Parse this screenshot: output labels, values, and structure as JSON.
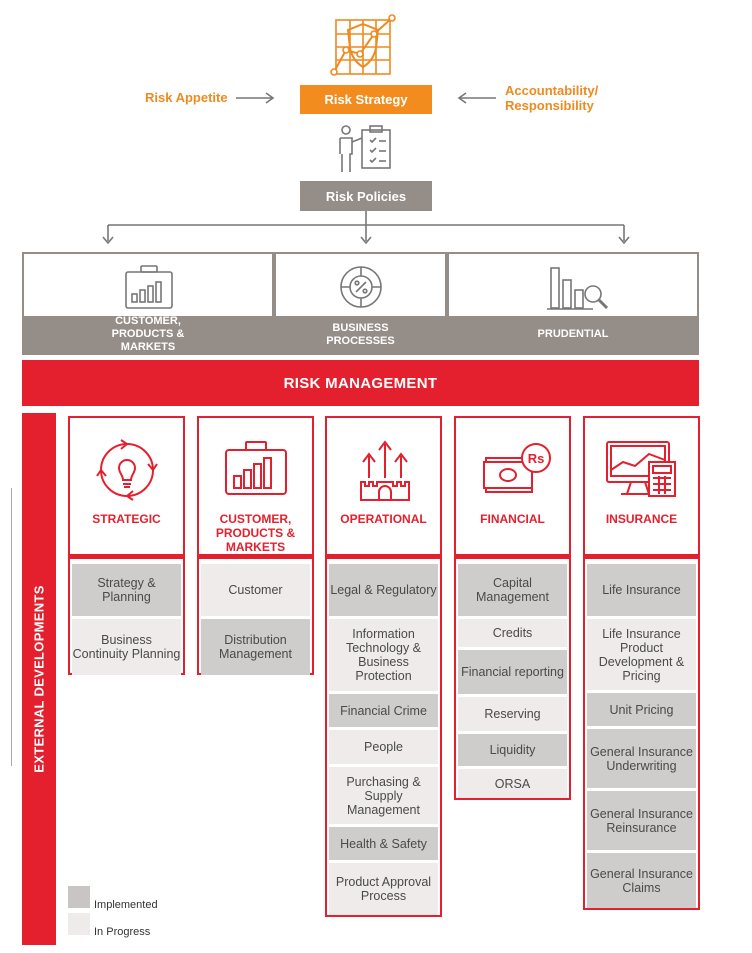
{
  "top": {
    "risk_appetite": "Risk Appetite",
    "risk_strategy": "Risk Strategy",
    "accountability": "Accountability/ Responsibility",
    "risk_policies": "Risk Policies"
  },
  "categories": [
    {
      "label": "CUSTOMER, PRODUCTS & MARKETS",
      "icon": "briefcase-chart-icon"
    },
    {
      "label": "BUSINESS PROCESSES",
      "icon": "gear-percent-icon"
    },
    {
      "label": "PRUDENTIAL",
      "icon": "bar-chart-magnifier-icon"
    }
  ],
  "risk_management": "RISK MANAGEMENT",
  "external_developments": "EXTERNAL DEVELOPMENTS",
  "columns": [
    {
      "title": "STRATEGIC",
      "icon": "lightbulb-cycle-icon",
      "items": [
        "Strategy & Planning",
        "Business Continuity Planning"
      ]
    },
    {
      "title": "CUSTOMER, PRODUCTS & MARKETS",
      "icon": "briefcase-chart-icon",
      "items": [
        "Customer",
        "Distribution Management"
      ]
    },
    {
      "title": "OPERATIONAL",
      "icon": "castle-arrows-icon",
      "items": [
        "Legal & Regulatory",
        "Information Technology & Business Protection",
        "Financial Crime",
        "People",
        "Purchasing & Supply Management",
        "Health & Safety",
        "Product Approval Process"
      ]
    },
    {
      "title": "FINANCIAL",
      "icon": "rupee-cash-icon",
      "items": [
        "Capital Management",
        "Credits",
        "Financial reporting",
        "Reserving",
        "Liquidity",
        "ORSA"
      ]
    },
    {
      "title": "INSURANCE",
      "icon": "monitor-calculator-icon",
      "items": [
        "Life Insurance",
        "Life Insurance Product Development & Pricing",
        "Unit Pricing",
        "General Insurance Underwriting",
        "General Insurance Reinsurance",
        "General Insurance Claims"
      ]
    }
  ],
  "legend": {
    "implemented": "Implemented",
    "in_progress": "In Progress"
  },
  "colors": {
    "accent_red": "#e4202e",
    "orange": "#f28c1e",
    "grey": "#958d88",
    "implemented": "#cfcccc",
    "in_progress": "#eeebea"
  }
}
